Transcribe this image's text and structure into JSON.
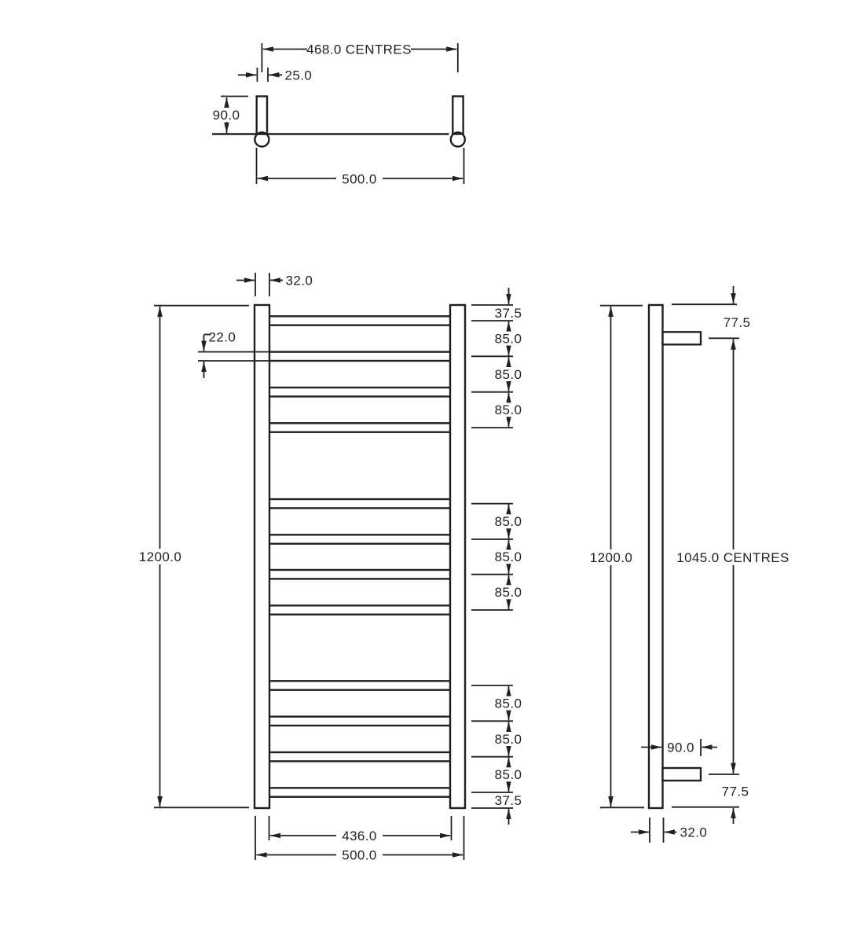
{
  "views": {
    "top_view": {
      "dims": {
        "centres": "468.0 CENTRES",
        "bracket_width": "25.0",
        "bracket_depth": "90.0",
        "overall_width": "500.0"
      }
    },
    "front_view": {
      "dims": {
        "rail_width": "32.0",
        "tube_diameter": "22.0",
        "overall_height": "1200.0",
        "inner_width": "436.0",
        "overall_width": "500.0",
        "right_stack": [
          "37.5",
          "85.0",
          "85.0",
          "85.0",
          "85.0",
          "85.0",
          "85.0",
          "85.0",
          "85.0",
          "85.0",
          "37.5"
        ]
      }
    },
    "side_view": {
      "dims": {
        "overall_height": "1200.0",
        "top_offset": "77.5",
        "centres": "1045.0 CENTRES",
        "bracket_length": "90.0",
        "bottom_offset": "77.5",
        "rail_depth": "32.0"
      }
    }
  }
}
